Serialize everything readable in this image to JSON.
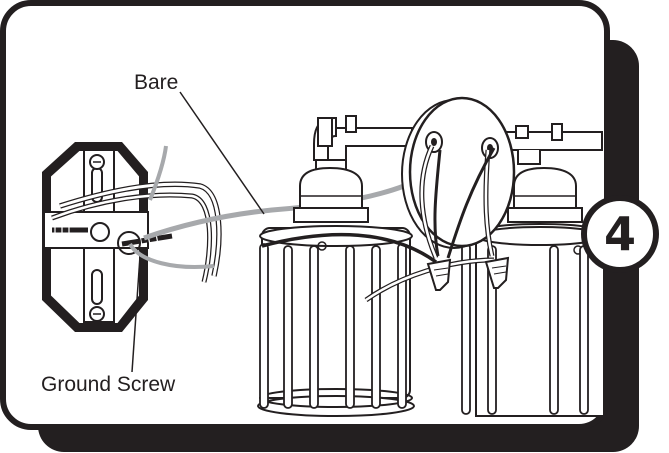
{
  "labels": {
    "bare": "Bare",
    "ground_screw": "Ground Screw"
  },
  "step": {
    "number": "4"
  },
  "colors": {
    "outline": "#231f20",
    "shadow": "#231f20",
    "bare_wire": "#a7a9ac",
    "panel": "#ffffff"
  },
  "icons": [
    "mounting-bracket-icon",
    "ground-screw-icon",
    "canopy-icon",
    "cage-lamp-icon",
    "wire-nut-icon"
  ]
}
